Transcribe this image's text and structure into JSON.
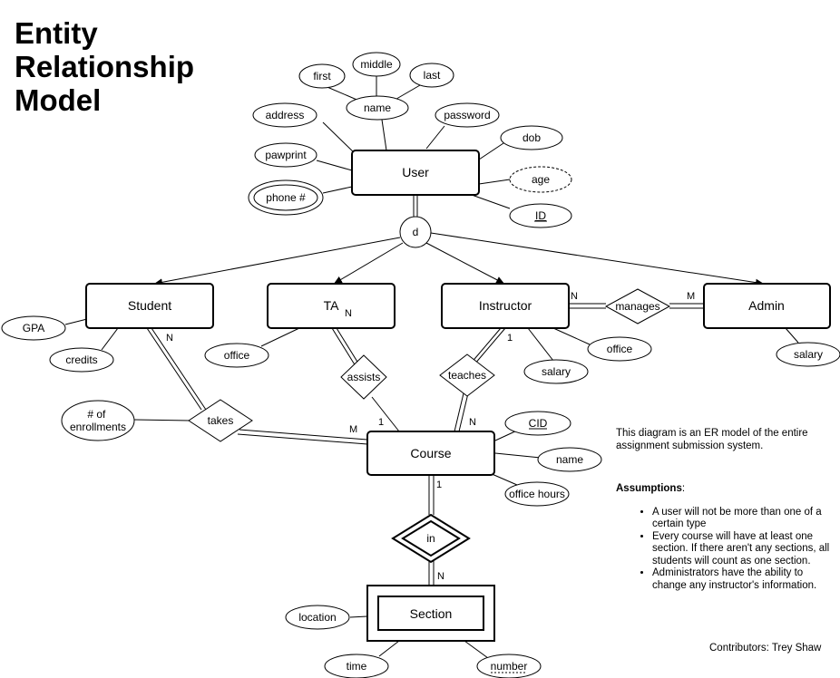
{
  "title_lines": [
    "Entity",
    "Relationship",
    "Model"
  ],
  "entities": {
    "user": "User",
    "student": "Student",
    "ta": "TA",
    "instructor": "Instructor",
    "admin": "Admin",
    "course": "Course",
    "section": "Section"
  },
  "attributes": {
    "first": "first",
    "middle": "middle",
    "last": "last",
    "name": "name",
    "address": "address",
    "password": "password",
    "pawprint": "pawprint",
    "dob": "dob",
    "phone": "phone #",
    "age": "age",
    "id": "ID",
    "gpa": "GPA",
    "credits": "credits",
    "ta_office": "office",
    "instr_office": "office",
    "salary": "salary",
    "admin_salary": "salary",
    "enrollments": "# of\nenrollments",
    "cid": "CID",
    "course_name": "name",
    "office_hours": "office hours",
    "location": "location",
    "time": "time",
    "number": "number"
  },
  "relationships": {
    "disjoint": "d",
    "manages": "manages",
    "assists": "assists",
    "teaches": "teaches",
    "takes": "takes",
    "in": "in"
  },
  "cardinalities": {
    "student_takes": "N",
    "takes_course": "M",
    "ta_assists": "N",
    "assists_course": "1",
    "instr_teaches": "1",
    "teaches_course": "N",
    "instr_manages": "N",
    "manages_admin": "M",
    "course_in": "1",
    "in_section": "N"
  },
  "note": {
    "intro": "This diagram is an ER model of the entire assignment submission system.",
    "assumptions_heading": "Assumptions",
    "assumptions_colon": ":",
    "assumptions": [
      "A user will not be more than one of a certain type",
      "Every course will have at least one section. If there aren't any sections, all students will count as one section.",
      "Administrators have the ability to change any instructor's information."
    ]
  },
  "contributors": "Contributors: Trey Shaw"
}
